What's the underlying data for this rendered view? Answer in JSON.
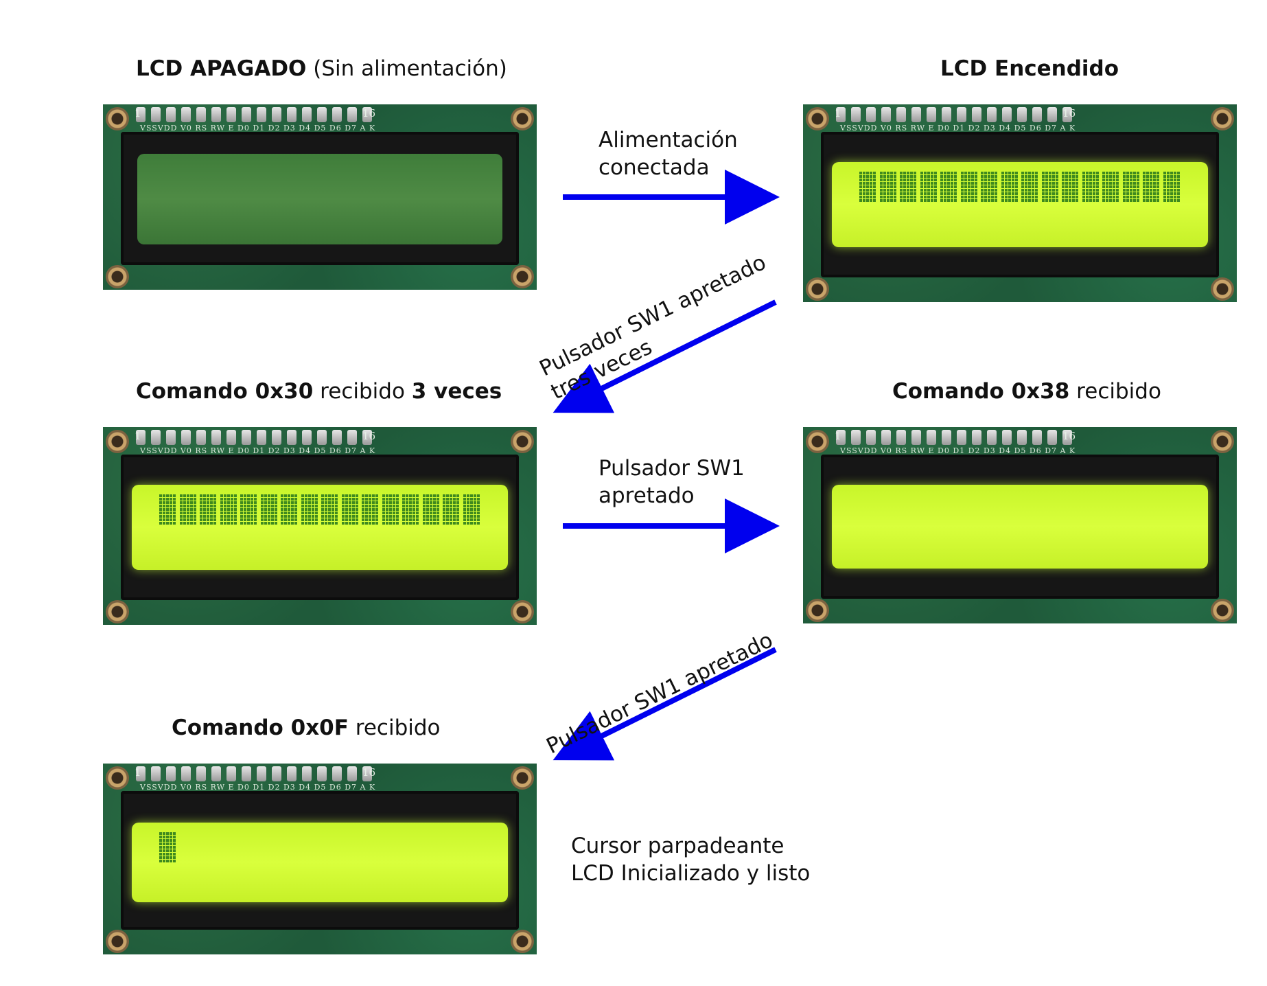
{
  "captions": {
    "off": {
      "bold": "LCD APAGADO",
      "rest": " (Sin alimentación)"
    },
    "on": {
      "bold": "LCD Encendido"
    },
    "cmd30": {
      "bold1": "Comando 0x30",
      "mid": " recibido ",
      "bold2": "3 veces"
    },
    "cmd38": {
      "bold": "Comando 0x38",
      "rest": " recibido"
    },
    "cmd0f": {
      "bold": "Comando 0x0F",
      "rest": " recibido"
    }
  },
  "arrows": {
    "a1_line1": "Alimentación",
    "a1_line2": "conectada",
    "a2_line1": "Pulsador SW1 apretado",
    "a2_line2": "tres veces",
    "a3_line1": "Pulsador SW1",
    "a3_line2": "apretado",
    "a4_line1": "Pulsador SW1 apretado"
  },
  "final_note": {
    "line1": "Cursor parpadeante",
    "line2": "LCD Inicializado y listo"
  },
  "pcb": {
    "pin_labels": "VSSVDD V0  RS  RW  E   D0  D1  D2  D3  D4  D5  D6  D7   A   K",
    "pin_first": "1",
    "pin_last": "16"
  },
  "colors": {
    "arrow": "#0000ee",
    "lcd_on": "#d4ff34",
    "lcd_off": "#4a8741"
  }
}
